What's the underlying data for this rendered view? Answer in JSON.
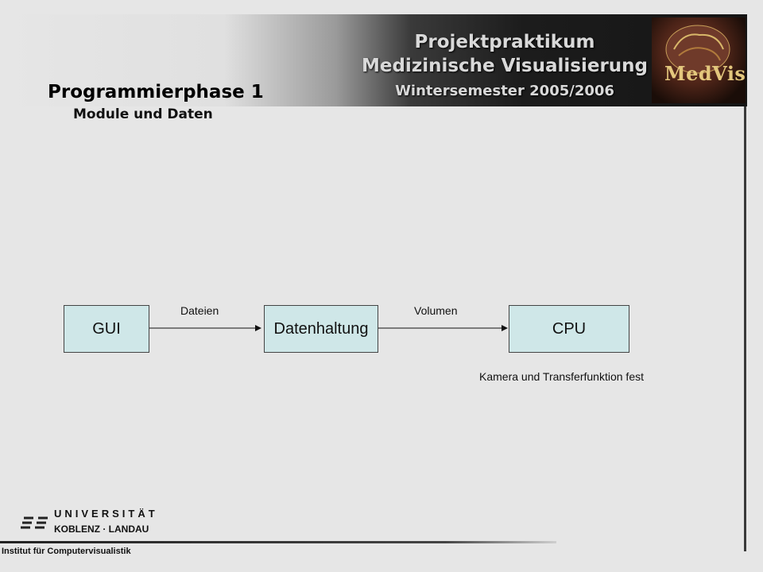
{
  "header": {
    "line1": "Projektpraktikum",
    "line2": "Medizinische Visualisierung",
    "line3": "Wintersemester 2005/2006",
    "logo_text": "MedVis"
  },
  "slide": {
    "title": "Programmierphase 1",
    "subtitle": "Module und Daten"
  },
  "diagram": {
    "nodes": [
      "GUI",
      "Datenhaltung",
      "CPU"
    ],
    "edges": [
      "Dateien",
      "Volumen"
    ],
    "note": "Kamera und Transferfunktion fest",
    "colors": {
      "node_fill": "#cfe7e8",
      "node_border": "#444444"
    }
  },
  "footer": {
    "university_line1": "UNIVERSITÄT",
    "university_line2": "KOBLENZ · LANDAU",
    "institute": "Institut für Computervisualistik"
  }
}
